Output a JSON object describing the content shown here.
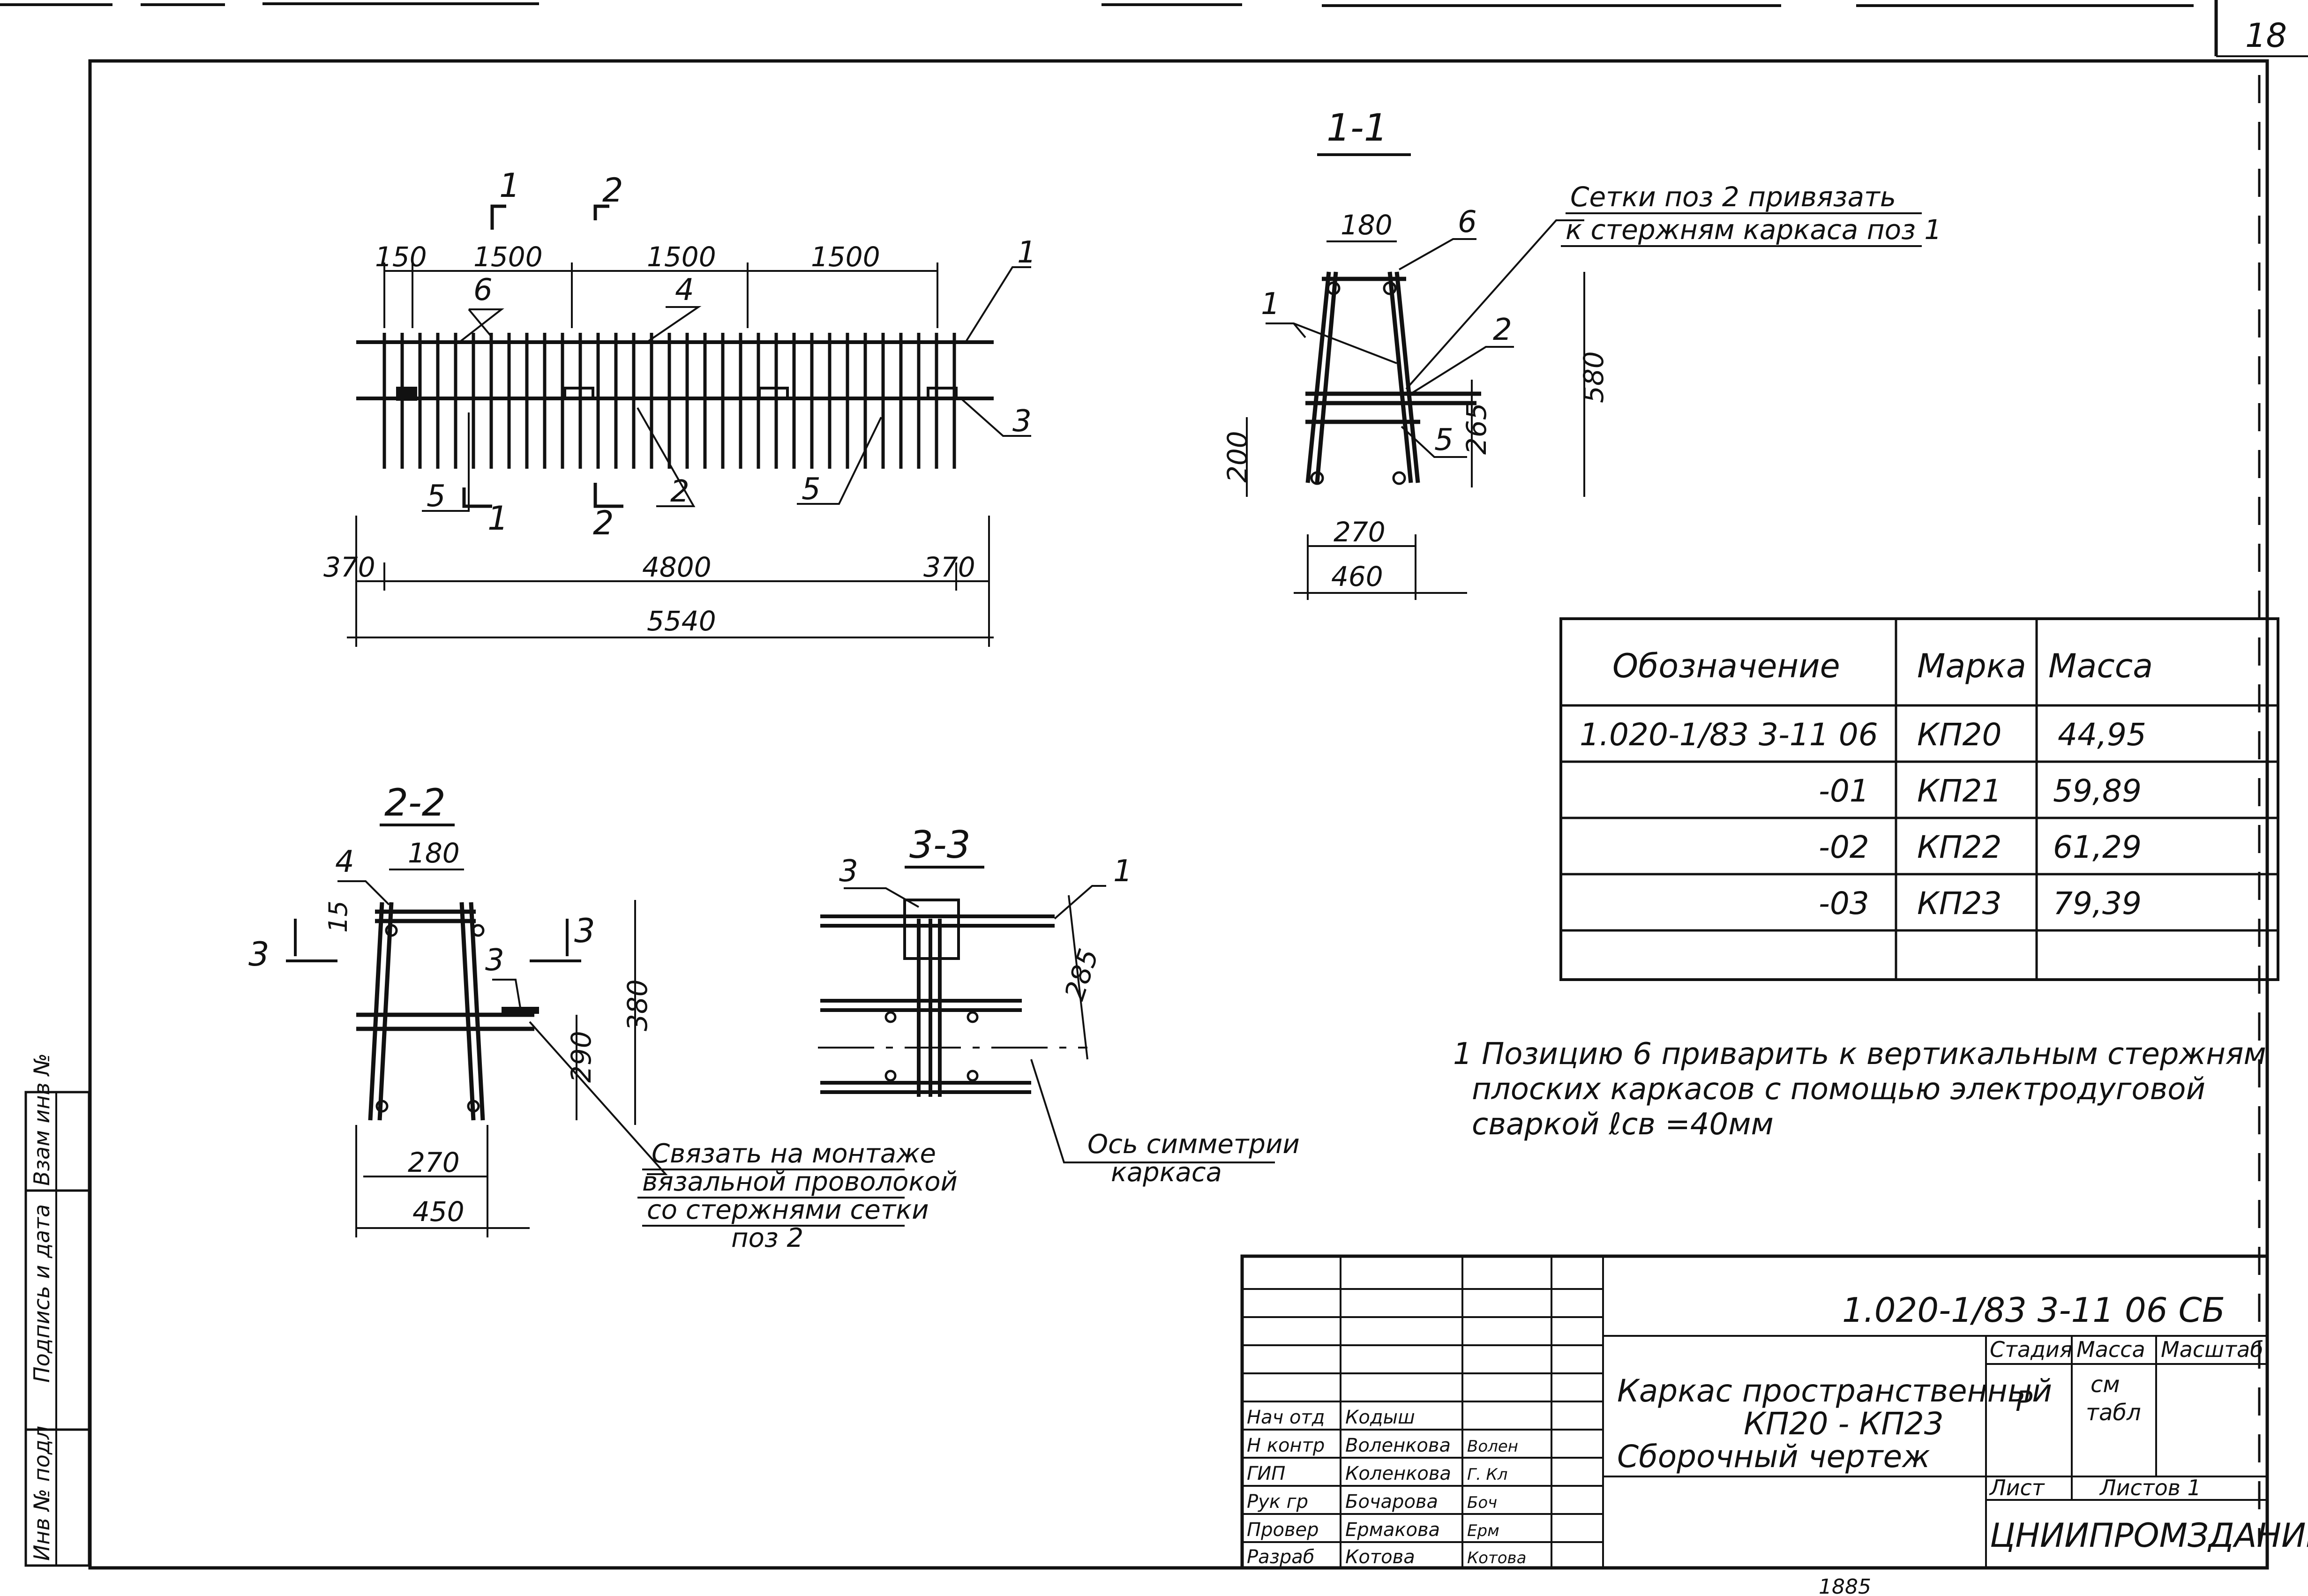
{
  "sheet_number": "18",
  "sections": {
    "plan": {
      "section_marks": [
        "1",
        "2",
        "1",
        "2"
      ],
      "top_dims": [
        "150",
        "1500",
        "1500",
        "1500"
      ],
      "bottom_dims": [
        "370",
        "4800",
        "370"
      ],
      "overall": "5540",
      "leaders": [
        "6",
        "4",
        "1",
        "3",
        "5",
        "2",
        "5"
      ]
    },
    "s11": {
      "title": "1-1",
      "note_line1": "Сетки поз 2 привязать",
      "note_line2": "к стержням каркаса поз 1",
      "dims": [
        "180",
        "580",
        "265",
        "200",
        "270",
        "460"
      ],
      "leaders": [
        "6",
        "1",
        "2",
        "5"
      ]
    },
    "s22": {
      "title": "2-2",
      "dims": [
        "180",
        "15",
        "380",
        "290",
        "270",
        "450"
      ],
      "leaders": [
        "4",
        "3"
      ],
      "cut_marks": [
        "3",
        "3"
      ],
      "note": [
        "Связать на монтаже",
        "вязальной проволокой",
        "со стержнями сетки",
        "поз 2"
      ]
    },
    "s33": {
      "title": "3-3",
      "dims": [
        "285"
      ],
      "leaders": [
        "3",
        "1"
      ],
      "axis_note": [
        "Ось симметрии",
        "каркаса"
      ]
    }
  },
  "table": {
    "headers": [
      "Обозначение",
      "Марка",
      "Масса"
    ],
    "rows": [
      [
        "1.020-1/83 3-11 06",
        "КП20",
        "44,95"
      ],
      [
        "-01",
        "КП21",
        "59,89"
      ],
      [
        "-02",
        "КП22",
        "61,29"
      ],
      [
        "-03",
        "КП23",
        "79,39"
      ],
      [
        "",
        "",
        ""
      ]
    ]
  },
  "note": {
    "line1": "1 Позицию 6 приварить к вертикальным стержням",
    "line2": "плоских каркасов с помощью электродуговой",
    "line3": "сваркой  ℓсв =40мм"
  },
  "side_stamp": [
    "Взам инв №",
    "Подпись и дата",
    "Инв № подл"
  ],
  "title_block": {
    "code": "1.020-1/83 3-11 06 СБ",
    "title_line1": "Каркас пространственный",
    "title_line2": "КП20 - КП23",
    "title_line3": "Сборочный чертеж",
    "col_stage": "Стадия",
    "col_mass": "Масса",
    "col_scale": "Масштаб",
    "stage_value": "Р",
    "mass_value_1": "см",
    "mass_value_2": "табл",
    "sheet_label": "Лист",
    "sheets_label": "Листов 1",
    "org": "ЦНИИПРОМЗДАНИЙ",
    "staff": [
      {
        "role": "Нач отд",
        "name": "Кодыш",
        "sign": ""
      },
      {
        "role": "Н контр",
        "name": "Воленкова",
        "sign": "Волен"
      },
      {
        "role": "ГИП",
        "name": "Коленкова",
        "sign": "Г. Кл"
      },
      {
        "role": "Рук гр",
        "name": "Бочарова",
        "sign": "Боч"
      },
      {
        "role": "Провер",
        "name": "Ермакова",
        "sign": "Ерм"
      },
      {
        "role": "Разраб",
        "name": "Котова",
        "sign": "Котова"
      }
    ],
    "bottom_number": "1885"
  }
}
